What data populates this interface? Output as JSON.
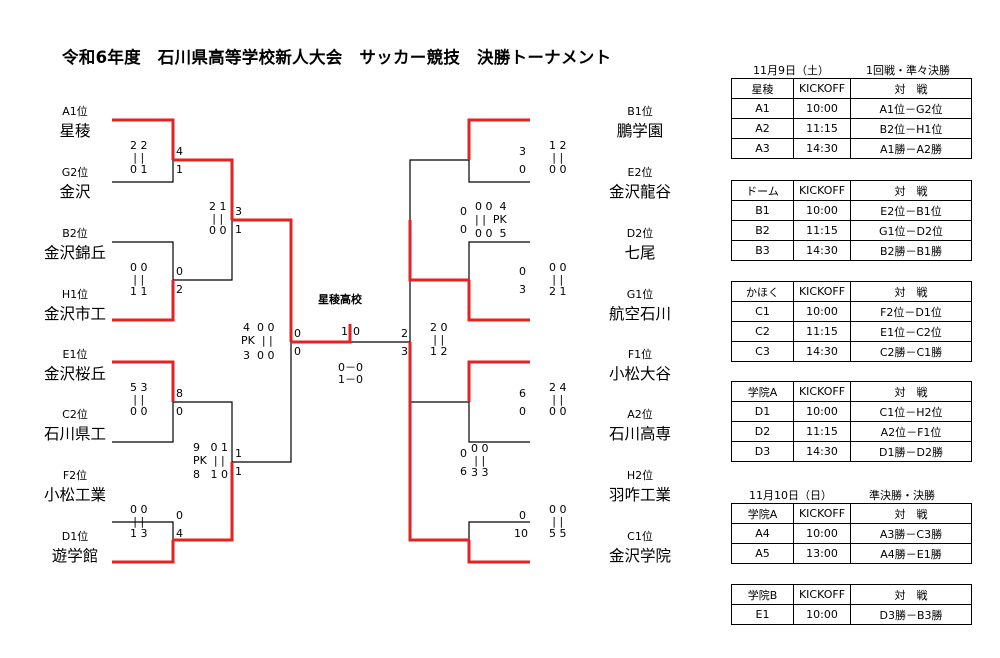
{
  "title": "令和6年度　石川県高等学校新人大会　サッカー競技　決勝トーナメント",
  "colors": {
    "win": "#e32222",
    "line": "#000000"
  },
  "left_teams": [
    {
      "seed": "A1位",
      "name": "星稜"
    },
    {
      "seed": "G2位",
      "name": "金沢"
    },
    {
      "seed": "B2位",
      "name": "金沢錦丘"
    },
    {
      "seed": "H1位",
      "name": "金沢市工"
    },
    {
      "seed": "E1位",
      "name": "金沢桜丘"
    },
    {
      "seed": "C2位",
      "name": "石川県工"
    },
    {
      "seed": "F2位",
      "name": "小松工業"
    },
    {
      "seed": "D1位",
      "name": "遊学館"
    }
  ],
  "right_teams": [
    {
      "seed": "B1位",
      "name": "鵬学園"
    },
    {
      "seed": "E2位",
      "name": "金沢龍谷"
    },
    {
      "seed": "D2位",
      "name": "七尾"
    },
    {
      "seed": "G1位",
      "name": "航空石川"
    },
    {
      "seed": "F1位",
      "name": "小松大谷"
    },
    {
      "seed": "A2位",
      "name": "石川高専"
    },
    {
      "seed": "H2位",
      "name": "羽咋工業"
    },
    {
      "seed": "C1位",
      "name": "金沢学院"
    }
  ],
  "goals": {
    "l1a": "4",
    "l1b": "1",
    "l2a": "0",
    "l2b": "2",
    "l3a": "8",
    "l3b": "0",
    "l4a": "0",
    "l4b": "4",
    "l5a": "3",
    "l5b": "1",
    "l6a": "1",
    "l6b": "1",
    "l7a": "0",
    "l7b": "0",
    "r1a": "3",
    "r1b": "0",
    "r2a": "0",
    "r2b": "3",
    "r3a": "6",
    "r3b": "0",
    "r4a": "0",
    "r4b": "10",
    "r5a": "0",
    "r5b": "0",
    "r6a": "0",
    "r6b": "6",
    "r7a": "2",
    "r7b": "3",
    "fa": "1",
    "fb": "0"
  },
  "halves": {
    "l1": "2 2\n| |\n0 1",
    "l2": "0 0\n| |\n1 1",
    "l3": "5 3\n| |\n0 0",
    "l4": "0 0\n| |\n1 3",
    "l5": "2 1\n| |\n0 0",
    "l6a": "9   0 1",
    "l6b": "PK  | |",
    "l6c": "8   1 0",
    "l7a": "4  0 0",
    "l7b": "PK  | |",
    "l7c": "3  0 0",
    "r1": "1 2\n| |\n0 0",
    "r2": "0 0\n| |\n2 1",
    "r3": "2 4\n| |\n0 0",
    "r4": "0 0\n| |\n5 5",
    "r5a": "0 0  4",
    "r5b": "| |  PK",
    "r5c": "0 0  5",
    "r6": "0 0\n| |\n3 3",
    "r7": "2 0\n| |\n1 2",
    "final": "0－0\n1－0"
  },
  "champion": "星稜高校",
  "schedule": [
    {
      "date": "11月9日（土）",
      "round": "1回戦・準々決勝",
      "venue": "星稜",
      "kickoff": "KICKOFF",
      "vs": "対　戦",
      "rows": [
        [
          "A1",
          "10:00",
          "A1位－G2位"
        ],
        [
          "A2",
          "11:15",
          "B2位－H1位"
        ],
        [
          "A3",
          "14:30",
          "A1勝－A2勝"
        ]
      ]
    },
    {
      "date": "",
      "round": "",
      "venue": "ドーム",
      "kickoff": "KICKOFF",
      "vs": "対　戦",
      "rows": [
        [
          "B1",
          "10:00",
          "E2位－B1位"
        ],
        [
          "B2",
          "11:15",
          "G1位－D2位"
        ],
        [
          "B3",
          "14:30",
          "B2勝－B1勝"
        ]
      ]
    },
    {
      "date": "",
      "round": "",
      "venue": "かほく",
      "kickoff": "KICKOFF",
      "vs": "対　戦",
      "rows": [
        [
          "C1",
          "10:00",
          "F2位－D1位"
        ],
        [
          "C2",
          "11:15",
          "E1位－C2位"
        ],
        [
          "C3",
          "14:30",
          "C2勝－C1勝"
        ]
      ]
    },
    {
      "date": "",
      "round": "",
      "venue": "学院A",
      "kickoff": "KICKOFF",
      "vs": "対　戦",
      "rows": [
        [
          "D1",
          "10:00",
          "C1位－H2位"
        ],
        [
          "D2",
          "11:15",
          "A2位－F1位"
        ],
        [
          "D3",
          "14:30",
          "D1勝－D2勝"
        ]
      ]
    },
    {
      "date": "11月10日（日）",
      "round": "準決勝・決勝",
      "venue": "学院A",
      "kickoff": "KICKOFF",
      "vs": "対　戦",
      "rows": [
        [
          "A4",
          "10:00",
          "A3勝－C3勝"
        ],
        [
          "A5",
          "13:00",
          "A4勝－E1勝"
        ]
      ]
    },
    {
      "date": "",
      "round": "",
      "venue": "学院B",
      "kickoff": "KICKOFF",
      "vs": "対　戦",
      "rows": [
        [
          "E1",
          "10:00",
          "D3勝－B3勝"
        ]
      ]
    }
  ]
}
